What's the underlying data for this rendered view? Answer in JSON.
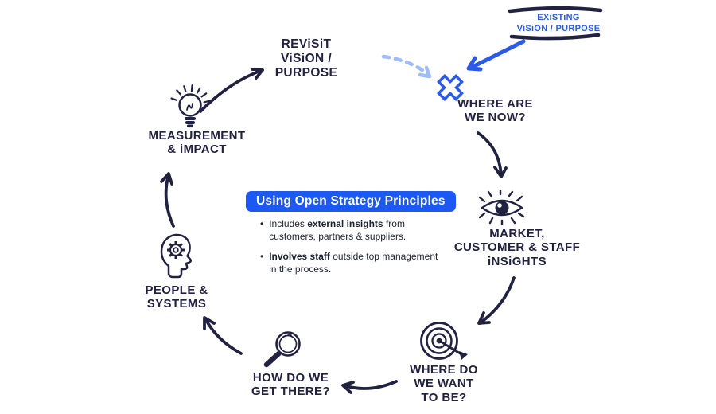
{
  "diagram_title": "Using Open Strategy Principles",
  "colors": {
    "ink": "#212140",
    "blue": "#2b5be6",
    "light_blue": "#9fbcf7",
    "badge_blue": "#1b59f2"
  },
  "cycle_nodes": {
    "revisit": "REViSiT\nViSiON /\nPURPOSE",
    "where_now": "WHERE ARE\nWE NOW?",
    "market": "MARKET,\nCUSTOMER & STAFF\niNSiGHTS",
    "where_to": "WHERE DO\nWE WANT\nTO BE?",
    "how": "HOW DO WE\nGET THERE?",
    "people": "PEOPLE &\nSYSTEMS",
    "measurement": "MEASUREMENT\n& iMPACT"
  },
  "callout": {
    "existing": "EXiSTiNG\nViSiON / PURPOSE"
  },
  "center": {
    "badge": "Using Open Strategy Principles",
    "bullet_glyph": "•",
    "bullets": [
      {
        "pre": "Includes ",
        "bold": "external insights",
        "post": " from customers, partners & suppliers."
      },
      {
        "pre": "",
        "bold": "Involves staff",
        "post": " outside top management in the process."
      }
    ]
  },
  "icons": {
    "where_now": "x-marker-icon",
    "market": "eye-icon",
    "where_to": "target-icon",
    "how": "magnifier-icon",
    "people": "head-gear-icon",
    "measurement": "lightbulb-icon"
  }
}
